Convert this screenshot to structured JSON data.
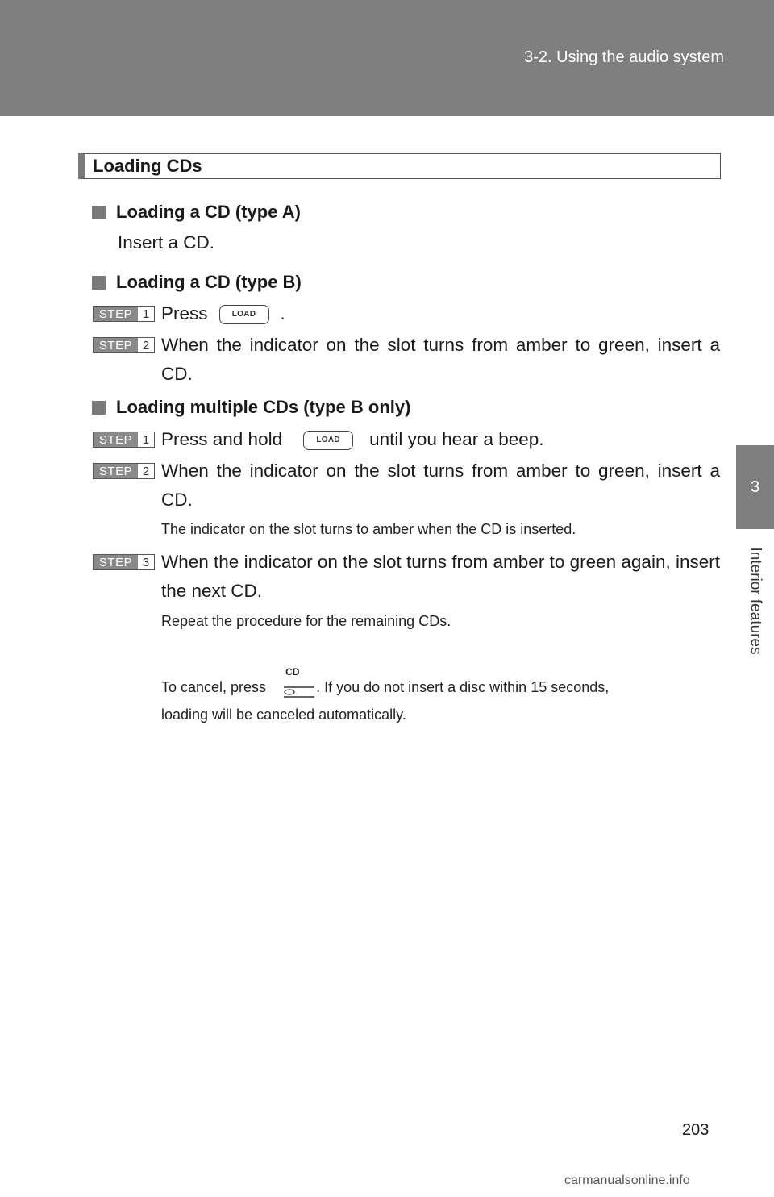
{
  "header": {
    "title": "3-2. Using the audio system"
  },
  "side": {
    "chapter_number": "3",
    "chapter_label": "Interior features"
  },
  "section": {
    "title": "Loading CDs"
  },
  "subsections": {
    "type_a": {
      "title": "Loading a CD (type A)",
      "text": "Insert a CD."
    },
    "type_b": {
      "title": "Loading a CD (type B)",
      "step1_pre": "Press",
      "step1_post": ".",
      "step2": "When the indicator on the slot turns from amber to green, insert a CD."
    },
    "multiple": {
      "title": "Loading multiple CDs (type B only)",
      "step1_pre": "Press and hold",
      "step1_post": "until you hear a beep.",
      "step2": "When the indicator on the slot turns from amber to green, insert a CD.",
      "step2_note": "The indicator on the slot turns to amber when the CD is inserted.",
      "step3": "When the indicator on the slot turns from amber to green again, insert the next CD.",
      "step3_note": "Repeat the procedure for the remaining CDs.",
      "cancel_pre": "To cancel, press",
      "cancel_post": ". If you do not insert a disc within 15 seconds,",
      "cancel_line2": "loading will be canceled automatically."
    }
  },
  "step_label": "STEP",
  "step_numbers": [
    "1",
    "2",
    "3"
  ],
  "button_labels": {
    "load": "LOAD",
    "cd": "CD"
  },
  "footer": {
    "page_number": "203",
    "watermark": "carmanualsonline.info"
  }
}
